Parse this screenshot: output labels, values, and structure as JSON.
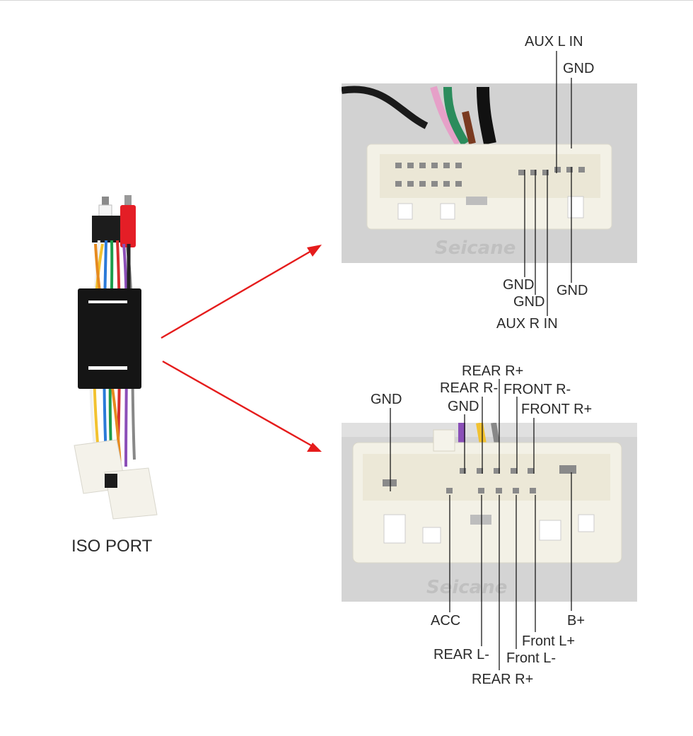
{
  "harness": {
    "caption": "ISO PORT"
  },
  "watermark": "Seicane",
  "colors": {
    "arrow": "#e51c1c",
    "connector": "#f3f1e6",
    "photo_bg": "#d4d4d4",
    "text": "#2a2a2a"
  },
  "top_connector": {
    "labels_above": [
      "AUX L IN",
      "GND"
    ],
    "labels_below": [
      "GND",
      "GND",
      "AUX R IN",
      "GND"
    ]
  },
  "bottom_connector": {
    "labels_above": [
      "REAR R+",
      "REAR R-",
      "FRONT R-",
      "GND",
      "FRONT R+",
      "GND"
    ],
    "labels_below": [
      "ACC",
      "B+",
      "Front L+",
      "REAR L-",
      "Front L-",
      "REAR R+"
    ]
  }
}
